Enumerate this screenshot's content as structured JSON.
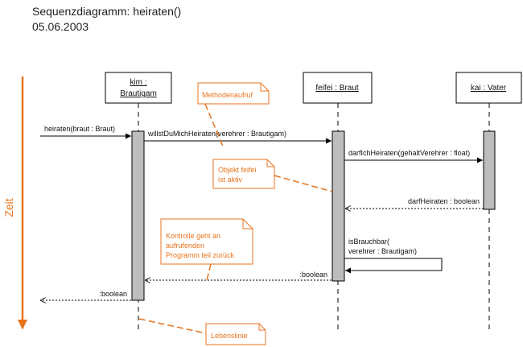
{
  "header": {
    "title": "Sequenzdiagramm: heiraten()",
    "date": "05.06.2003"
  },
  "time_axis": {
    "label": "Zeit"
  },
  "objects": [
    {
      "line1": "kim :",
      "line2": "Brautigam"
    },
    {
      "line1": "feifei : Braut"
    },
    {
      "line1": "kai : Vater"
    }
  ],
  "messages": {
    "heiraten": "heiraten(braut : Braut)",
    "willst": "willstDuMichHeiraten(verehrer : Brautigam)",
    "darf": "darfIchHeiraten(gehaltVerehrer : float)",
    "darf_return": "darfHeiraten : boolean",
    "is_line1": "isBrauchbar(",
    "is_line2": "verehrer : Brautigam)",
    "feifei_return": ":boolean",
    "kim_return": ":boolean"
  },
  "notes": {
    "methodenaufruf": "Methodenaufruf",
    "objekt_line1": "Objekt feifei",
    "objekt_line2": "ist aktiv",
    "kontrolle_line1": "Kontrolle geht an",
    "kontrolle_line2": "aufrufenden",
    "kontrolle_line3": "Programm teil zurück",
    "lebenslinie": "Lebenslinie"
  },
  "colors": {
    "accent": "#e8731c",
    "activation": "#bdbdbd",
    "line": "#000000"
  }
}
